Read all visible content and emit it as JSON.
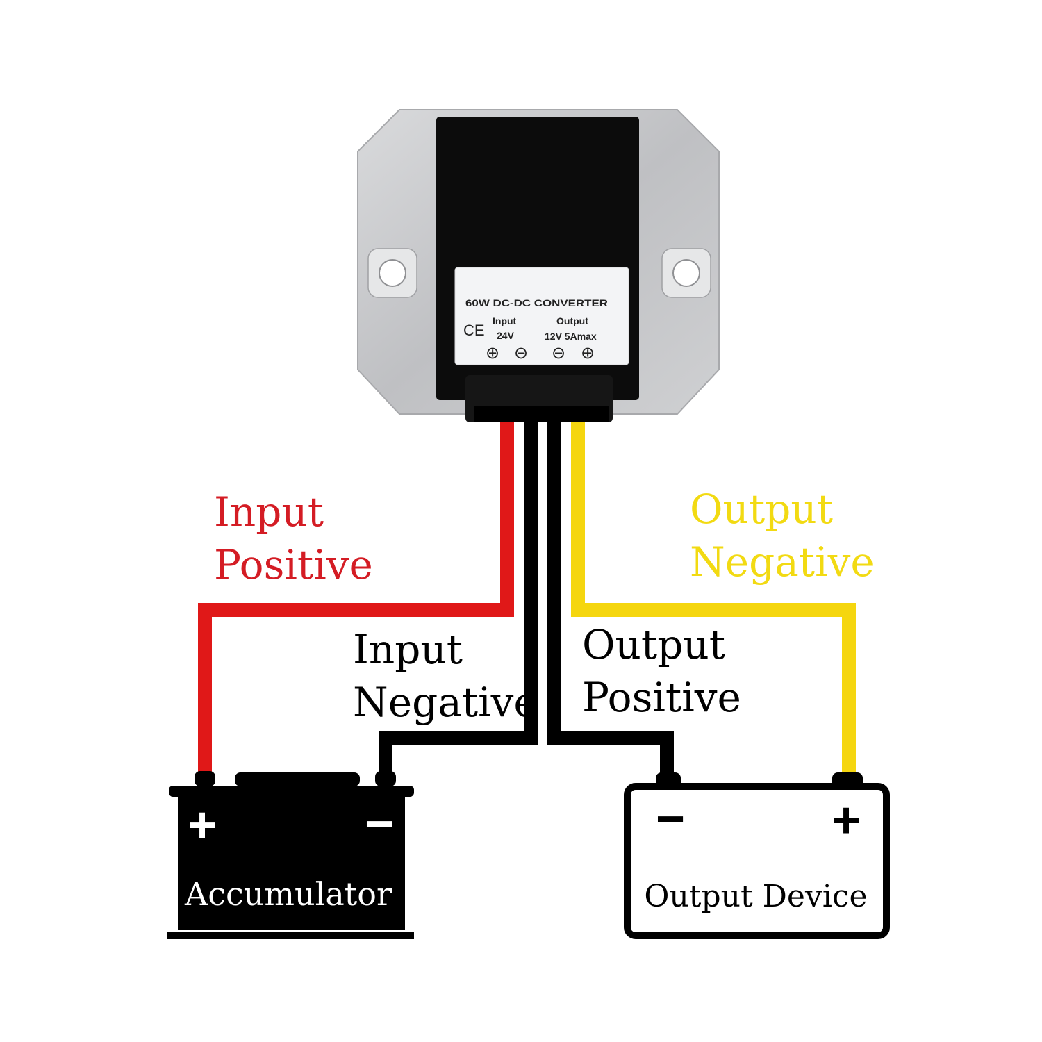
{
  "converter": {
    "label_title": "60W DC-DC CONVERTER",
    "ce_mark": "CE",
    "input_heading": "Input",
    "input_voltage": "24V",
    "output_heading": "Output",
    "output_spec": "12V 5Amax",
    "terminal_symbols": [
      "⊕",
      "⊖",
      "⊖",
      "⊕"
    ]
  },
  "wires": [
    {
      "id": "input-positive",
      "label_lines": [
        "Input",
        "Positive"
      ],
      "color": "#e01818"
    },
    {
      "id": "input-negative",
      "label_lines": [
        "Input",
        "Negative"
      ],
      "color": "#000000"
    },
    {
      "id": "output-positive",
      "label_lines": [
        "Output",
        "Positive"
      ],
      "color": "#000000"
    },
    {
      "id": "output-negative",
      "label_lines": [
        "Output",
        "Negative"
      ],
      "color": "#f5d60f"
    }
  ],
  "accumulator": {
    "name": "Accumulator",
    "plus_sign": "+",
    "minus_sign": "−",
    "fill": "#000000",
    "text_color": "#ffffff"
  },
  "output_device": {
    "name": "Output Device",
    "plus_sign": "+",
    "minus_sign": "−",
    "fill": "#ffffff",
    "text_color": "#000000"
  },
  "colors": {
    "red_wire": "#e01818",
    "yellow_wire": "#f5d60f",
    "red_text": "#d41c24",
    "yellow_text": "#f2da12",
    "housing": "#c9cacc",
    "label_bg": "#f3f4f6"
  }
}
